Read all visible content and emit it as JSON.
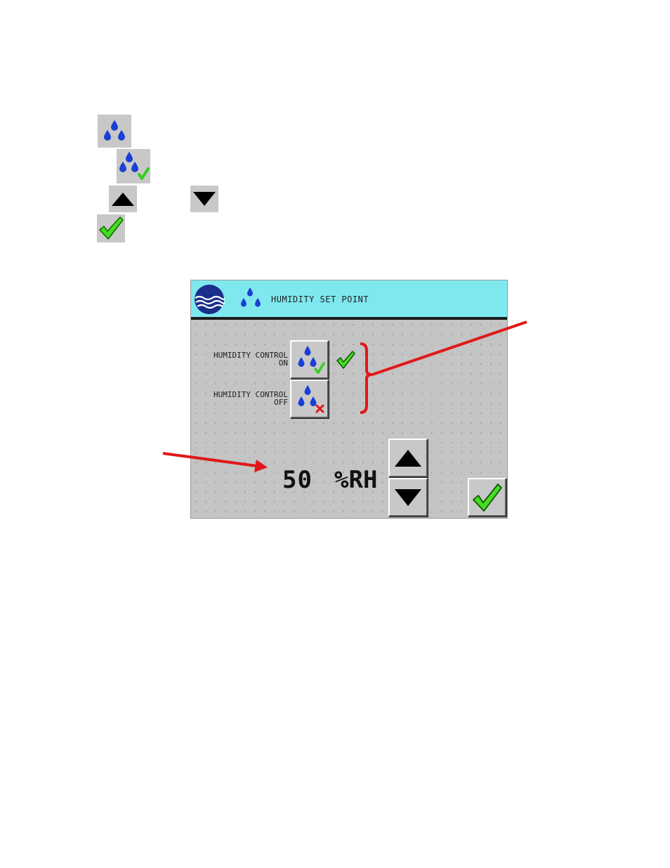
{
  "legend": {
    "icons": [
      "humidity-drops-icon",
      "humidity-on-icon",
      "arrow-up-icon",
      "arrow-down-icon",
      "confirm-check-icon"
    ]
  },
  "screen": {
    "title": "HUMIDITY SET POINT",
    "control_on": {
      "line1": "HUMIDITY CONTROL",
      "line2": "ON",
      "selected": true
    },
    "control_off": {
      "line1": "HUMIDITY CONTROL",
      "line2": "OFF"
    },
    "setpoint": {
      "value": "50",
      "unit": "%RH"
    }
  },
  "colors": {
    "header": "#7fe8ee",
    "drop": "#1a3fd6",
    "check": "#33cc22",
    "callout": "#e01818"
  }
}
